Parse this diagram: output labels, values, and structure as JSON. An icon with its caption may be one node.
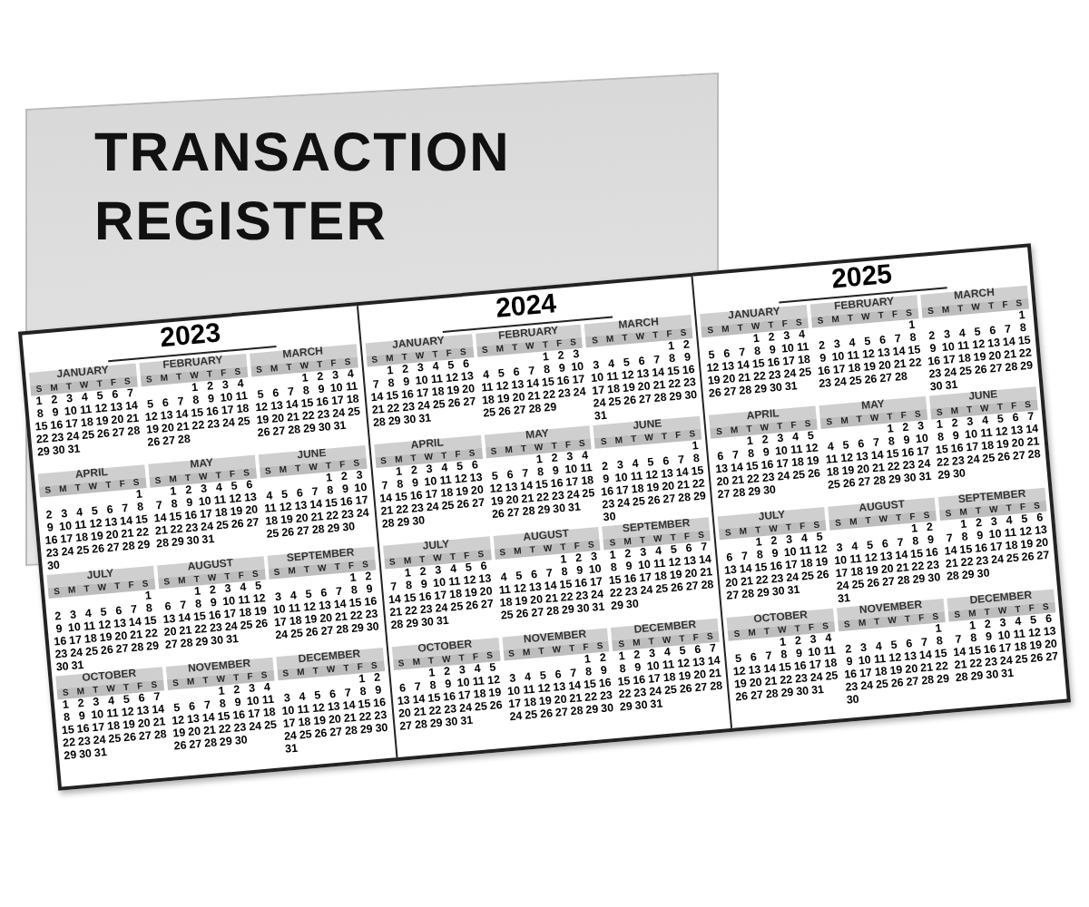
{
  "diagram": {
    "labels": [
      "TRANSACTION REGISTER",
      "2023",
      "JANUARY",
      "S M T W T F S",
      "1 2 3 4 5 6 7 8 9 10 11 12 13 14 15 16 17 18 19 20 21 22 23 24 25 26 27 28 29 30 31",
      "FEBRUARY",
      "S M T W T F S",
      "1 2 3 4 5 6 7 8 9 10 11 12 13 14 15 16 17 18 19 20 21 22 23 24 25 26 27 28",
      "MARCH",
      "S M T W T F S",
      "1 2 3 4 5 6 7 8 9 10 11 12 13 14 15 16 17 18 19 20 21 22 23 24 25 26 27 28 29 30 31",
      "APRIL",
      "S M T W T F S",
      "1 2 3 4 5 6 7 8 9 10 11 12 13 14 15 16 17 18 19 20 21 22 23 24 25 26 27 28 29 30",
      "MAY",
      "S M T W T F S",
      "1 2 3 4 5 6 7 8 9 10 11 12 13 14 15 16 17 18 19 20 21 22 23 24 25 26 27 28 29 30 31",
      "JUNE",
      "S M T W T F S",
      "1 2 3 4 5 6 7 8 9 10 11 12 13 14 15 16 17 18 19 20 21 22 23 24 25 26 27 28 29 30",
      "JULY",
      "S M T W T F S",
      "1 2 3 4 5 6 7 8 9 10 11 12 13 14 15 16 17 18 19 20 21 22 23 24 25 26 27 28 29 30 31",
      "AUGUST",
      "S M T W T F S",
      "1 2 3 4 5 6 7 8 9 10 11 12 13 14 15 16 17 18 19 20 21 22 23 24 25 26 27 28 29 30 31",
      "SEPTEMBER",
      "S M T W T F S",
      "1 2 3 4 5 6 7 8 9 10 11 12 13 14 15 16 17 18 19 20 21 22 23 24 25 26 27 28 29 30",
      "OCTOBER",
      "S M T W T F S",
      "1 2 3 4 5 6 7 8 9 10 11 12 13 14 15 16 17 18 19 20 21 22 23 24 25 26 27 28 29 30 31",
      "NOVEMBER",
      "S M T W T F S",
      "1 2 3 4 5 6 7 8 9 10 11 12 13 14 15 16 17 18 19 20 21 22 23 24 25 26 27 28 29 30",
      "DECEMBER",
      "S M T W T F S",
      "1 2 3 4 5 6 7 8 9 10 11 12 13 14 15 16 17 18 19 20 21 22 23 24 25 26 27 28 29 30 31",
      "2024",
      "JANUARY",
      "S M T W T F S",
      "1 2 3 4 5 6 7 8 9 10 11 12 13 14 15 16 17 18 19 20 21 22 23 24 25 26 27 28 29 30 31",
      "FEBRUARY",
      "S M T W T F S",
      "1 2 3 4 5 6 7 8 9 10 11 12 13 14 15 16 17 18 19 20 21 22 23 24 25 26 27 28 29",
      "MARCH",
      "S M T W T F S",
      "1 2 3 4 5 6 7 8 9 10 11 12 13 14 15 16 17 18 19 20 21 22 23 24 25 26 27 28 29 30 31",
      "APRIL",
      "S M T W T F S",
      "1 2 3 4 5 6 7 8 9 10 11 12 13 14 15 16 17 18 19 20 21 22 23 24 25 26 27 28 29 30",
      "MAY",
      "S M T W T F S",
      "1 2 3 4 5 6 7 8 9 10 11 12 13 14 15 16 17 18 19 20 21 22 23 24 25 26 27 28 29 30 31",
      "JUNE",
      "S M T W T F S",
      "1 2 3 4 5 6 7 8 9 10 11 12 13 14 15 16 17 18 19 20 21 22 23 24 25 26 27 28 29 30",
      "JULY",
      "S M T W T F S",
      "1 2 3 4 5 6 7 8 9 10 11 12 13 14 15 16 17 18 19 20 21 22 23 24 25 26 27 28 29 30 31",
      "AUGUST",
      "S M T W T F S",
      "1 2 3 4 5 6 7 8 9 10 11 12 13 14 15 16 17 18 19 20 21 22 23 24 25 26 27 28 29 30 31",
      "SEPTEMBER",
      "S M T W T F S",
      "1 2 3 4 5 6 7 8 9 10 11 12 13 14 15 16 17 18 19 20 21 22 23 24 25 26 27 28 29 30",
      "OCTOBER",
      "S M T W T F S",
      "1 2 3 4 5 6 7 8 9 10 11 12 13 14 15 16 17 18 19 20 21 22 23 24 25 26 27 28 29 30 31",
      "NOVEMBER",
      "S M T W T F S",
      "1 2 3 4 5 6 7 8 9 10 11 12 13 14 15 16 17 18 19 20 21 22 23 24 25 26 27 28 29 30",
      "DECEMBER",
      "S M T W T F S",
      "1 2 3 4 5 6 7 8 9 10 11 12 13 14 15 16 17 18 19 20 21 22 23 24 25 26 27 28 29 30 31",
      "2025",
      "JANUARY",
      "S M T W T F S",
      "1 2 3 4 5 6 7 8 9 10 11 12 13 14 15 16 17 18 19 20 21 22 23 24 25 26 27 28 29 30 31",
      "FEBRUARY",
      "S M T W T F S",
      "1 2 3 4 5 6 7 8 9 10 11 12 13 14 15 16 17 18 19 20 21 22 23 24 25 26 27 28",
      "MARCH",
      "S M T W T F S",
      "1 2 3 4 5 6 7 8 9 10 11 12 13 14 15 16 17 18 19 20 21 22 23 24 25 26 27 28 29 30 31",
      "APRIL",
      "S M T W T F S",
      "1 2 3 4 5 6 7 8 9 10 11 12 13 14 15 16 17 18 19 20 21 22 23 24 25 26 27 28 29 30",
      "MAY",
      "S M T W T F S",
      "1 2 3 4 5 6 7 8 9 10 11 12 13 14 15 16 17 18 19 20 21 22 23 24 25 26 27 28 29 30 31",
      "JUNE",
      "S M T W T F S",
      "1 2 3 4 5 6 7 8 9 10 11 12 13 14 15 16 17 18 19 20 21 22 23 24 25 26 27 28 29 30",
      "JULY",
      "S M T W T F S",
      "1 2 3 4 5 6 7 8 9 10 11 12 13 14 15 16 17 18 19 20 21 22 23 24 25 26 27 28 29 30 31",
      "AUGUST",
      "S M T W T F S",
      "1 2 3 4 5 6 7 8 9 10 11 12 13 14 15 16 17 18 19 20 21 22 23 24 25 26 27 28 29 30 31",
      "SEPTEMBER",
      "S M T W T F S",
      "1 2 3 4 5 6 7 8 9 10 11 12 13 14 15 16 17 18 19 20 21 22 23 24 25 26 27 28 29 30",
      "OCTOBER",
      "S M T W T F S",
      "1 2 3 4 5 6 7 8 9 10 11 12 13 14 15 16 17 18 19 20 21 22 23 24 25 26 27 28 29 30 31",
      "NOVEMBER",
      "S M T W T F S",
      "1 2 3 4 5 6 7 8 9 10 11 12 13 14 15 16 17 18 19 20 21 22 23 24 25 26 27 28 29 30",
      "DECEMBER",
      "S M T W T F S",
      "1 2 3 4 5 6 7 8 9 10 11 12 13 14 15 16 17 18 19 20 21 22 23 24 25 26 27 28 29 30 31"
    ]
  }
}
